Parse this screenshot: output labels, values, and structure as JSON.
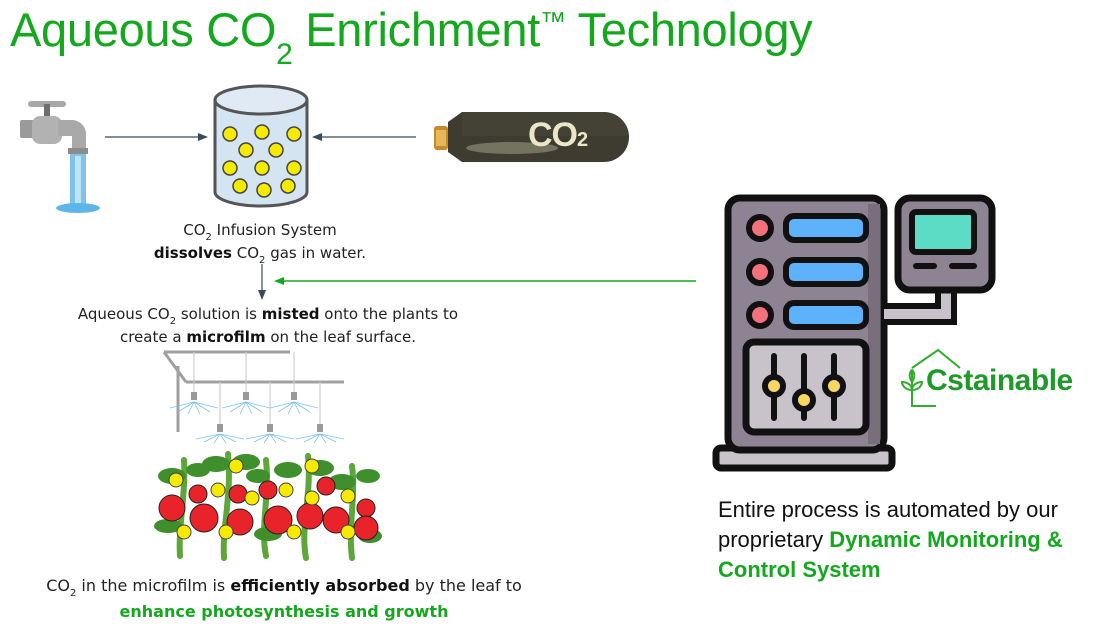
{
  "title": {
    "prefix": "Aqueous CO",
    "subscript": "2",
    "middle": " Enrichment",
    "trademark": "™",
    "suffix": " Technology"
  },
  "colors": {
    "accent_green": "#14a81e",
    "arrow_gray": "#3a4a5c",
    "water_blue": "#cfe3f2",
    "bubble_yellow": "#f6ea00",
    "tank_dark": "#3c3a30",
    "controller_body": "#8e8392",
    "controller_screen": "#5cdcc4",
    "controller_slot": "#5eb2fb",
    "controller_led": "#f2717a"
  },
  "icons": {
    "faucet": "water-faucet-icon",
    "tank": "co2-infusion-tank-icon",
    "cylinder": "co2-gas-cylinder-icon",
    "misters": "mist-sprinkler-icon",
    "plants": "tomato-plants-icon",
    "controller": "control-console-icon",
    "logo": "cstainable-logo-icon"
  },
  "cylinder_label": {
    "text": "CO",
    "subscript": "2"
  },
  "infusion_caption": {
    "line1_prefix": "CO",
    "line1_sub": "2",
    "line1_suffix": " Infusion System",
    "line2_bold": "dissolves",
    "line2_prefix": " CO",
    "line2_sub": "2",
    "line2_suffix": " gas in water."
  },
  "mist_caption": {
    "line1_prefix": "Aqueous CO",
    "line1_sub": "2",
    "line1_mid": " solution is ",
    "line1_bold": "misted",
    "line1_suffix": " onto the plants to",
    "line2_prefix": "create a ",
    "line2_bold": "microfilm",
    "line2_suffix": " on the leaf surface."
  },
  "absorb_caption": {
    "line1_prefix": "CO",
    "line1_sub": "2",
    "line1_mid": " in the microfilm is ",
    "line1_bold": "efficiently absorbed",
    "line1_suffix": " by the leaf to",
    "line2_green": "enhance photosynthesis and growth"
  },
  "logo": {
    "text": "Cstainable"
  },
  "automation": {
    "line1": "Entire process is automated by our",
    "line2_prefix": "proprietary ",
    "line2_green": "Dynamic Monitoring &",
    "line3_green": "Control System"
  }
}
